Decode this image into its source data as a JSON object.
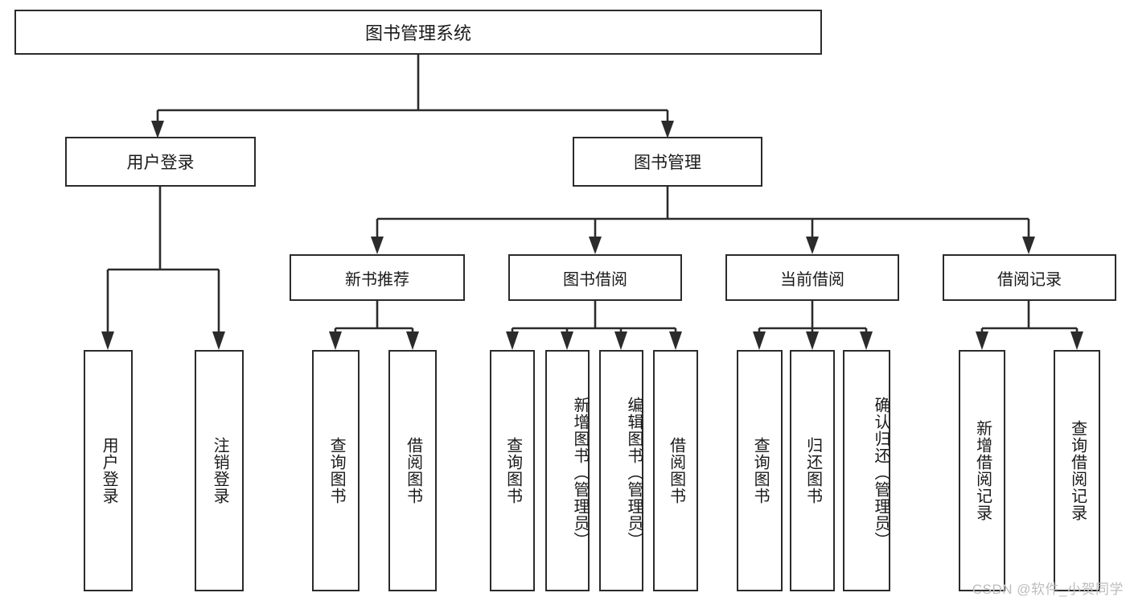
{
  "diagram": {
    "title": "图书管理系统",
    "type": "功能结构图",
    "root": {
      "label": "图书管理系统"
    },
    "level1": [
      {
        "label": "用户登录"
      },
      {
        "label": "图书管理"
      }
    ],
    "level2": [
      {
        "label": "新书推荐"
      },
      {
        "label": "图书借阅"
      },
      {
        "label": "当前借阅"
      },
      {
        "label": "借阅记录"
      }
    ],
    "leaves": {
      "user_login": [
        {
          "label": "用户登录"
        },
        {
          "label": "注销登录"
        }
      ],
      "new_book_recommend": [
        {
          "label": "查询图书"
        },
        {
          "label": "借阅图书"
        }
      ],
      "book_borrow": [
        {
          "label": "查询图书"
        },
        {
          "label": "新增图书（管理员）"
        },
        {
          "label": "编辑图书（管理员）"
        },
        {
          "label": "借阅图书"
        }
      ],
      "current_borrow": [
        {
          "label": "查询图书"
        },
        {
          "label": "归还图书"
        },
        {
          "label": "确认归还（管理员）"
        }
      ],
      "borrow_record": [
        {
          "label": "新增借阅记录"
        },
        {
          "label": "查询借阅记录"
        }
      ]
    }
  },
  "watermark": {
    "text": "CSDN @软件_小贺同学"
  },
  "colors": {
    "stroke": "#2b2b2b",
    "text": "#1a1a1a",
    "background": "#ffffff",
    "watermark": "#bdbdbd"
  }
}
